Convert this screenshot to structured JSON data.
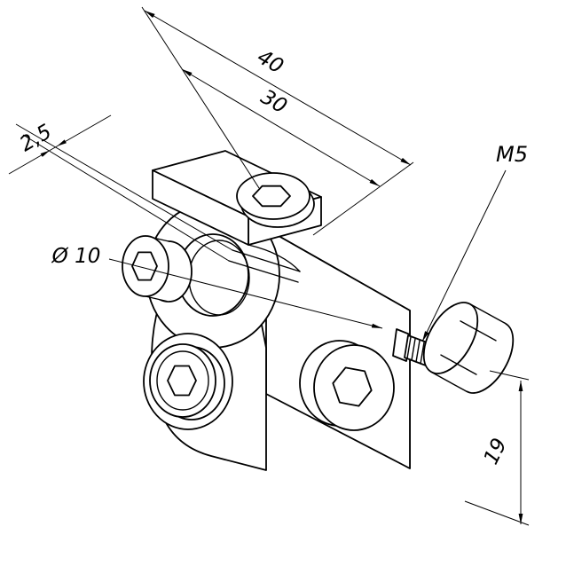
{
  "title": "Technical drawing - swivel clamp bracket",
  "colors": {
    "line": "#000000",
    "background": "#ffffff"
  },
  "labels": {
    "width_outer": "40",
    "width_inner": "30",
    "slot_gap": "2,5",
    "bore_diameter": "Ø 10",
    "thread_size": "M5",
    "knob_height": "19"
  }
}
